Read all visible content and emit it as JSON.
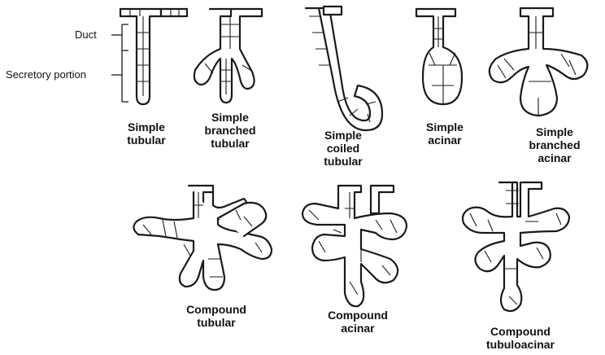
{
  "side_labels": {
    "duct": "Duct",
    "secretory": "Secretory portion"
  },
  "glands": [
    {
      "id": "simple-tubular",
      "lines": [
        "Simple",
        "tubular"
      ]
    },
    {
      "id": "simple-branched-tubular",
      "lines": [
        "Simple",
        "branched",
        "tubular"
      ]
    },
    {
      "id": "simple-coiled-tubular",
      "lines": [
        "Simple",
        "coiled",
        "tubular"
      ]
    },
    {
      "id": "simple-acinar",
      "lines": [
        "Simple",
        "acinar"
      ]
    },
    {
      "id": "simple-branched-acinar",
      "lines": [
        "Simple",
        "branched",
        "acinar"
      ]
    },
    {
      "id": "compound-tubular",
      "lines": [
        "Compound",
        "tubular"
      ]
    },
    {
      "id": "compound-acinar",
      "lines": [
        "Compound",
        "acinar"
      ]
    },
    {
      "id": "compound-tubuloacinar",
      "lines": [
        "Compound",
        "tubuloacinar"
      ]
    }
  ]
}
